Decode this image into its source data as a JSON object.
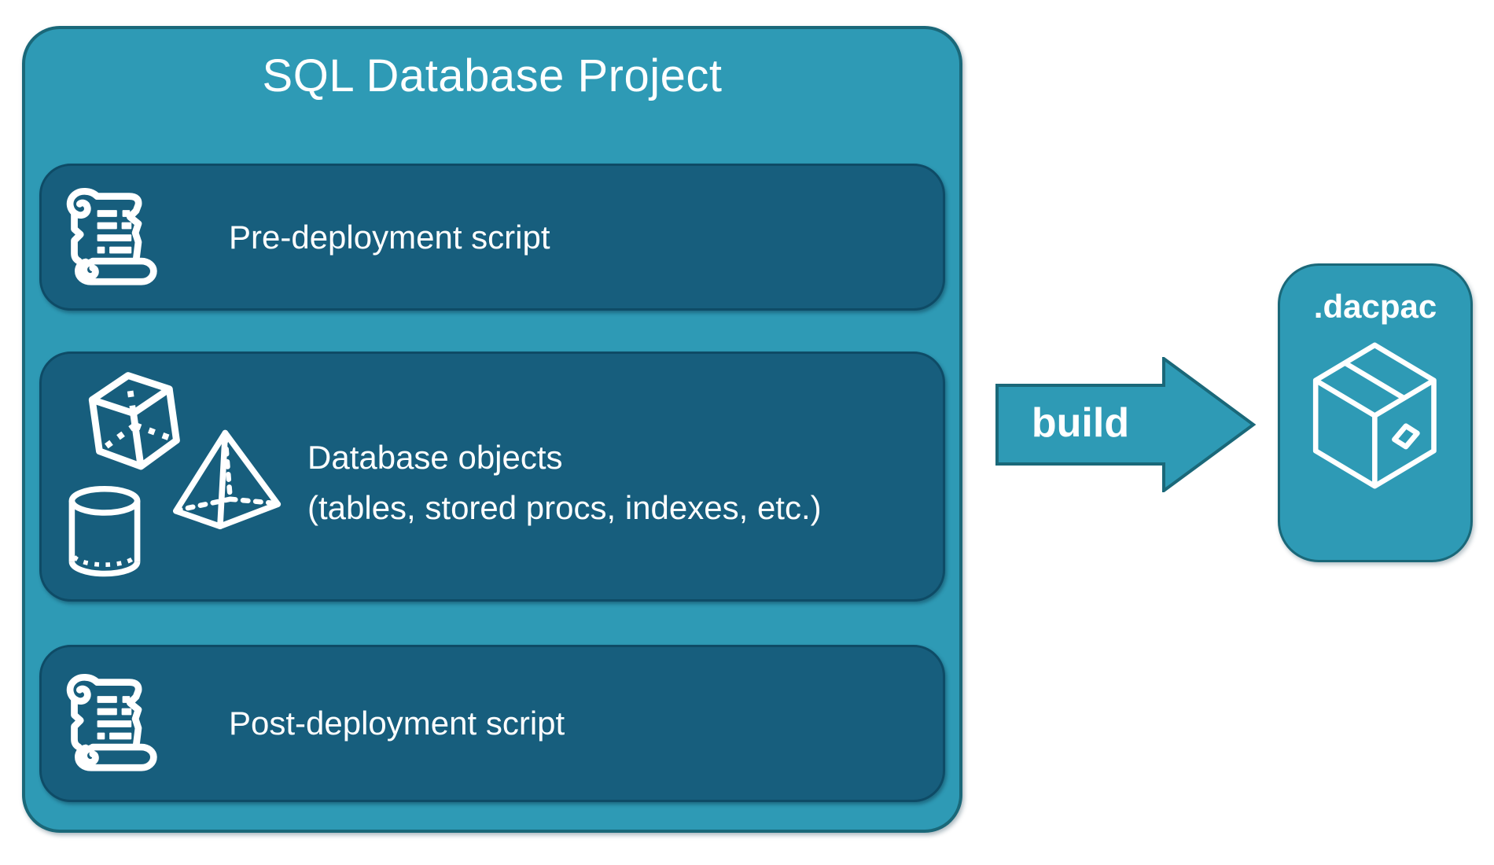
{
  "colors": {
    "teal": "#2E9AB5",
    "teal_border": "#1A6879",
    "dark_panel": "#175E7D",
    "dark_panel_border": "#0E4B66",
    "text_white": "#FFFFFF",
    "page_bg": "#FFFFFF"
  },
  "diagram": {
    "container": {
      "title": "SQL Database Project"
    },
    "pre_panel": {
      "icon": "scroll-icon",
      "label": "Pre-deployment script"
    },
    "objects_panel": {
      "icons": [
        "cube-icon",
        "pyramid-icon",
        "cylinder-icon"
      ],
      "line1": "Database objects",
      "line2": "(tables, stored procs, indexes, etc.)"
    },
    "post_panel": {
      "icon": "scroll-icon",
      "label": "Post-deployment script"
    },
    "arrow": {
      "label": "build",
      "direction": "right"
    },
    "output": {
      "icon": "package-icon",
      "label": ".dacpac"
    }
  }
}
